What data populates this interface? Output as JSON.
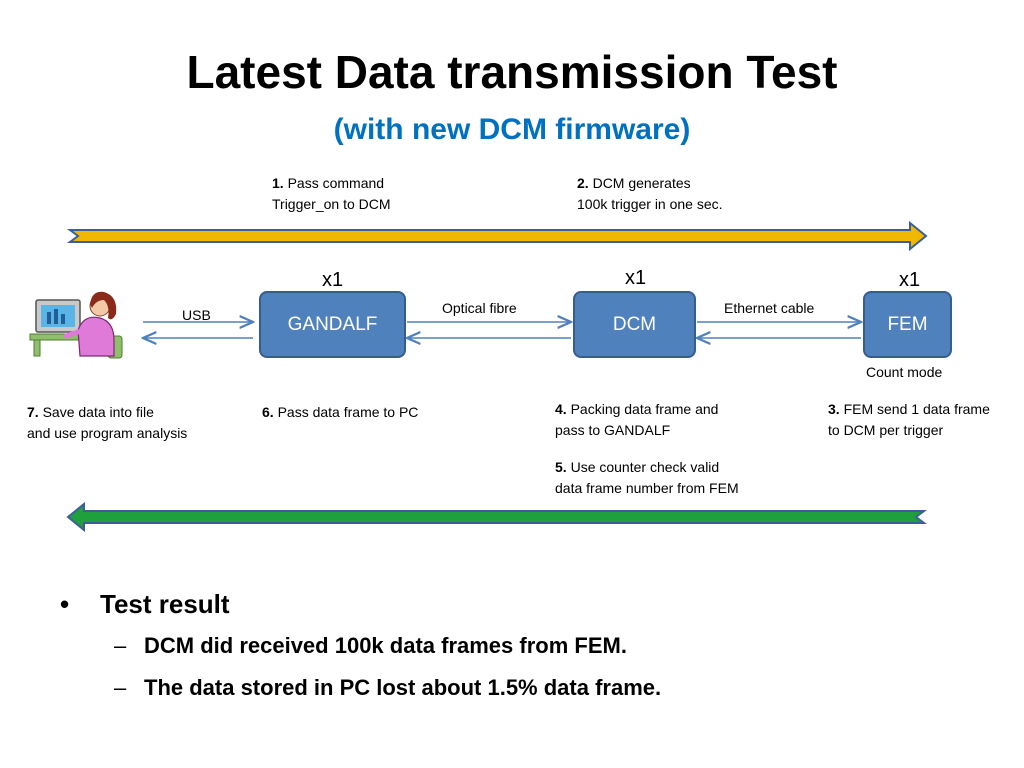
{
  "title": "Latest Data transmission Test",
  "subtitle": "(with new DCM firmware)",
  "colors": {
    "title": "#000000",
    "subtitle": "#0070c0",
    "box_fill": "#4f81bd",
    "box_border": "#385d8a",
    "top_arrow": "#f0b800",
    "bottom_arrow": "#1fa03c",
    "link_arrow": "#4f81bd"
  },
  "steps": {
    "s1": {
      "num": "1.",
      "line1": "Pass command",
      "line2": "Trigger_on to DCM"
    },
    "s2": {
      "num": "2.",
      "line1": "DCM generates",
      "line2": "100k trigger in one sec."
    },
    "s3": {
      "num": "3.",
      "line1": "FEM send 1 data frame",
      "line2": "to DCM per trigger"
    },
    "s4": {
      "num": "4.",
      "line1": "Packing data frame and",
      "line2": "pass to GANDALF"
    },
    "s5": {
      "num": "5.",
      "line1": "Use counter  check valid",
      "line2": "data frame number from FEM"
    },
    "s6": {
      "num": "6.",
      "line1": "Pass data frame to PC"
    },
    "s7": {
      "num": "7.",
      "line1": "Save data  into file",
      "line2": "and use program analysis"
    }
  },
  "nodes": {
    "gandalf": {
      "label": "GANDALF",
      "count": "x1"
    },
    "dcm": {
      "label": "DCM",
      "count": "x1"
    },
    "fem": {
      "label": "FEM",
      "count": "x1",
      "mode": "Count mode"
    }
  },
  "links": {
    "usb": "USB",
    "optical": "Optical fibre",
    "ethernet": "Ethernet cable"
  },
  "pc_icon": "user-at-computer-icon",
  "result": {
    "heading": "Test result",
    "items": [
      "DCM did received 100k data frames from FEM.",
      "The data stored in PC lost about 1.5% data frame."
    ]
  }
}
